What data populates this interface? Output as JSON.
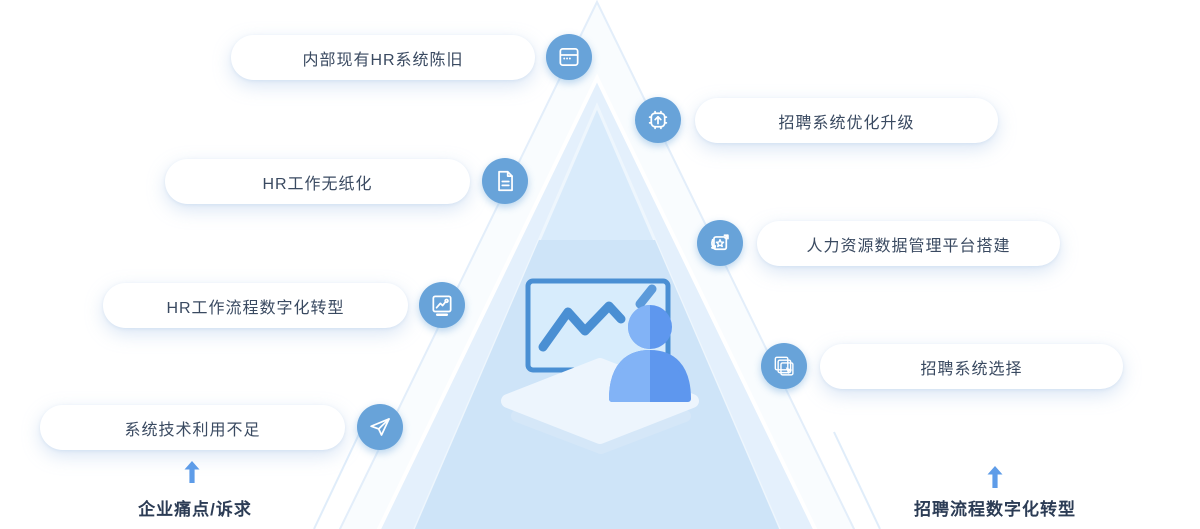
{
  "left_items": [
    {
      "label": "内部现有HR系统陈旧",
      "icon": "card-icon"
    },
    {
      "label": "HR工作无纸化",
      "icon": "document-icon"
    },
    {
      "label": "HR工作流程数字化转型",
      "icon": "trend-chart-icon"
    },
    {
      "label": "系统技术利用不足",
      "icon": "paper-plane-icon"
    }
  ],
  "right_items": [
    {
      "label": "招聘系统优化升级",
      "icon": "chip-upgrade-icon"
    },
    {
      "label": "人力资源数据管理平台搭建",
      "icon": "star-sync-icon"
    },
    {
      "label": "招聘系统选择",
      "icon": "layers-select-icon"
    }
  ],
  "footer": {
    "left_label": "企业痛点/诉求",
    "right_label": "招聘流程数字化转型"
  },
  "colors": {
    "icon_circle": "#68a3d9",
    "pill_text": "#3a4a61",
    "footer_text": "#2c3c55",
    "footer_arrow": "#5e9ce8",
    "pyramid_outer": "#f9fcfe",
    "pyramid_mid": "#e4f0fc",
    "pyramid_inner": "#d9ebfb",
    "pyramid_base_band": "#cee4f8",
    "illustration_line": "#4a8fd3",
    "person_dark": "#5e97ee",
    "person_light": "#82b3f6",
    "platform": "#edf5fd",
    "platform_shadow": "#d5e7f8"
  }
}
